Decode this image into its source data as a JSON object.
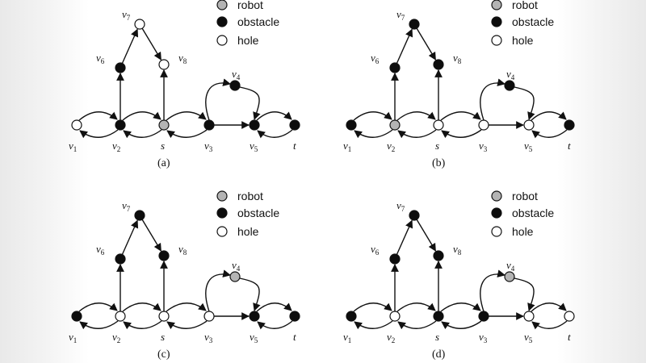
{
  "colors": {
    "robot": "#b4b4b4",
    "obstacle": "#0d0d0d",
    "hole": "#ffffff",
    "edge": "#111111"
  },
  "legend": [
    {
      "label": "robot",
      "state": "robot"
    },
    {
      "label": "obstacle",
      "state": "obstacle"
    },
    {
      "label": "hole",
      "state": "hole"
    }
  ],
  "vertices": [
    {
      "id": "v1",
      "label": "v",
      "sub": "1"
    },
    {
      "id": "v2",
      "label": "v",
      "sub": "2"
    },
    {
      "id": "s",
      "label": "s",
      "sub": ""
    },
    {
      "id": "v3",
      "label": "v",
      "sub": "3"
    },
    {
      "id": "v5",
      "label": "v",
      "sub": "5"
    },
    {
      "id": "t",
      "label": "t",
      "sub": ""
    },
    {
      "id": "v6",
      "label": "v",
      "sub": "6"
    },
    {
      "id": "v7",
      "label": "v",
      "sub": "7"
    },
    {
      "id": "v8",
      "label": "v",
      "sub": "8"
    },
    {
      "id": "v4",
      "label": "v",
      "sub": "4"
    }
  ],
  "edges": [
    {
      "from": "v1",
      "to": "v2",
      "type": "bi"
    },
    {
      "from": "v2",
      "to": "s",
      "type": "bi"
    },
    {
      "from": "s",
      "to": "v3",
      "type": "bi"
    },
    {
      "from": "v3",
      "to": "v5",
      "type": "straight"
    },
    {
      "from": "v5",
      "to": "t",
      "type": "bi"
    },
    {
      "from": "v2",
      "to": "v6",
      "type": "straight"
    },
    {
      "from": "v6",
      "to": "v7",
      "type": "straight"
    },
    {
      "from": "v7",
      "to": "v8",
      "type": "straight"
    },
    {
      "from": "s",
      "to": "v8",
      "type": "straight"
    },
    {
      "from": "v3",
      "to": "v4",
      "type": "arcLeft"
    },
    {
      "from": "v4",
      "to": "v5",
      "type": "arcRight"
    }
  ],
  "panels": [
    {
      "caption": "(a)",
      "states": {
        "v1": "hole",
        "v2": "obstacle",
        "s": "robot",
        "v3": "obstacle",
        "v5": "obstacle",
        "t": "obstacle",
        "v6": "obstacle",
        "v7": "hole",
        "v8": "hole",
        "v4": "obstacle"
      }
    },
    {
      "caption": "(b)",
      "states": {
        "v1": "obstacle",
        "v2": "robot",
        "s": "hole",
        "v3": "hole",
        "v5": "hole",
        "t": "obstacle",
        "v6": "obstacle",
        "v7": "obstacle",
        "v8": "obstacle",
        "v4": "obstacle"
      }
    },
    {
      "caption": "(c)",
      "states": {
        "v1": "obstacle",
        "v2": "hole",
        "s": "hole",
        "v3": "hole",
        "v5": "obstacle",
        "t": "obstacle",
        "v6": "obstacle",
        "v7": "obstacle",
        "v8": "obstacle",
        "v4": "robot"
      }
    },
    {
      "caption": "(d)",
      "states": {
        "v1": "obstacle",
        "v2": "hole",
        "s": "obstacle",
        "v3": "obstacle",
        "v5": "hole",
        "t": "hole",
        "v6": "obstacle",
        "v7": "obstacle",
        "v8": "obstacle",
        "v4": "robot"
      }
    }
  ]
}
